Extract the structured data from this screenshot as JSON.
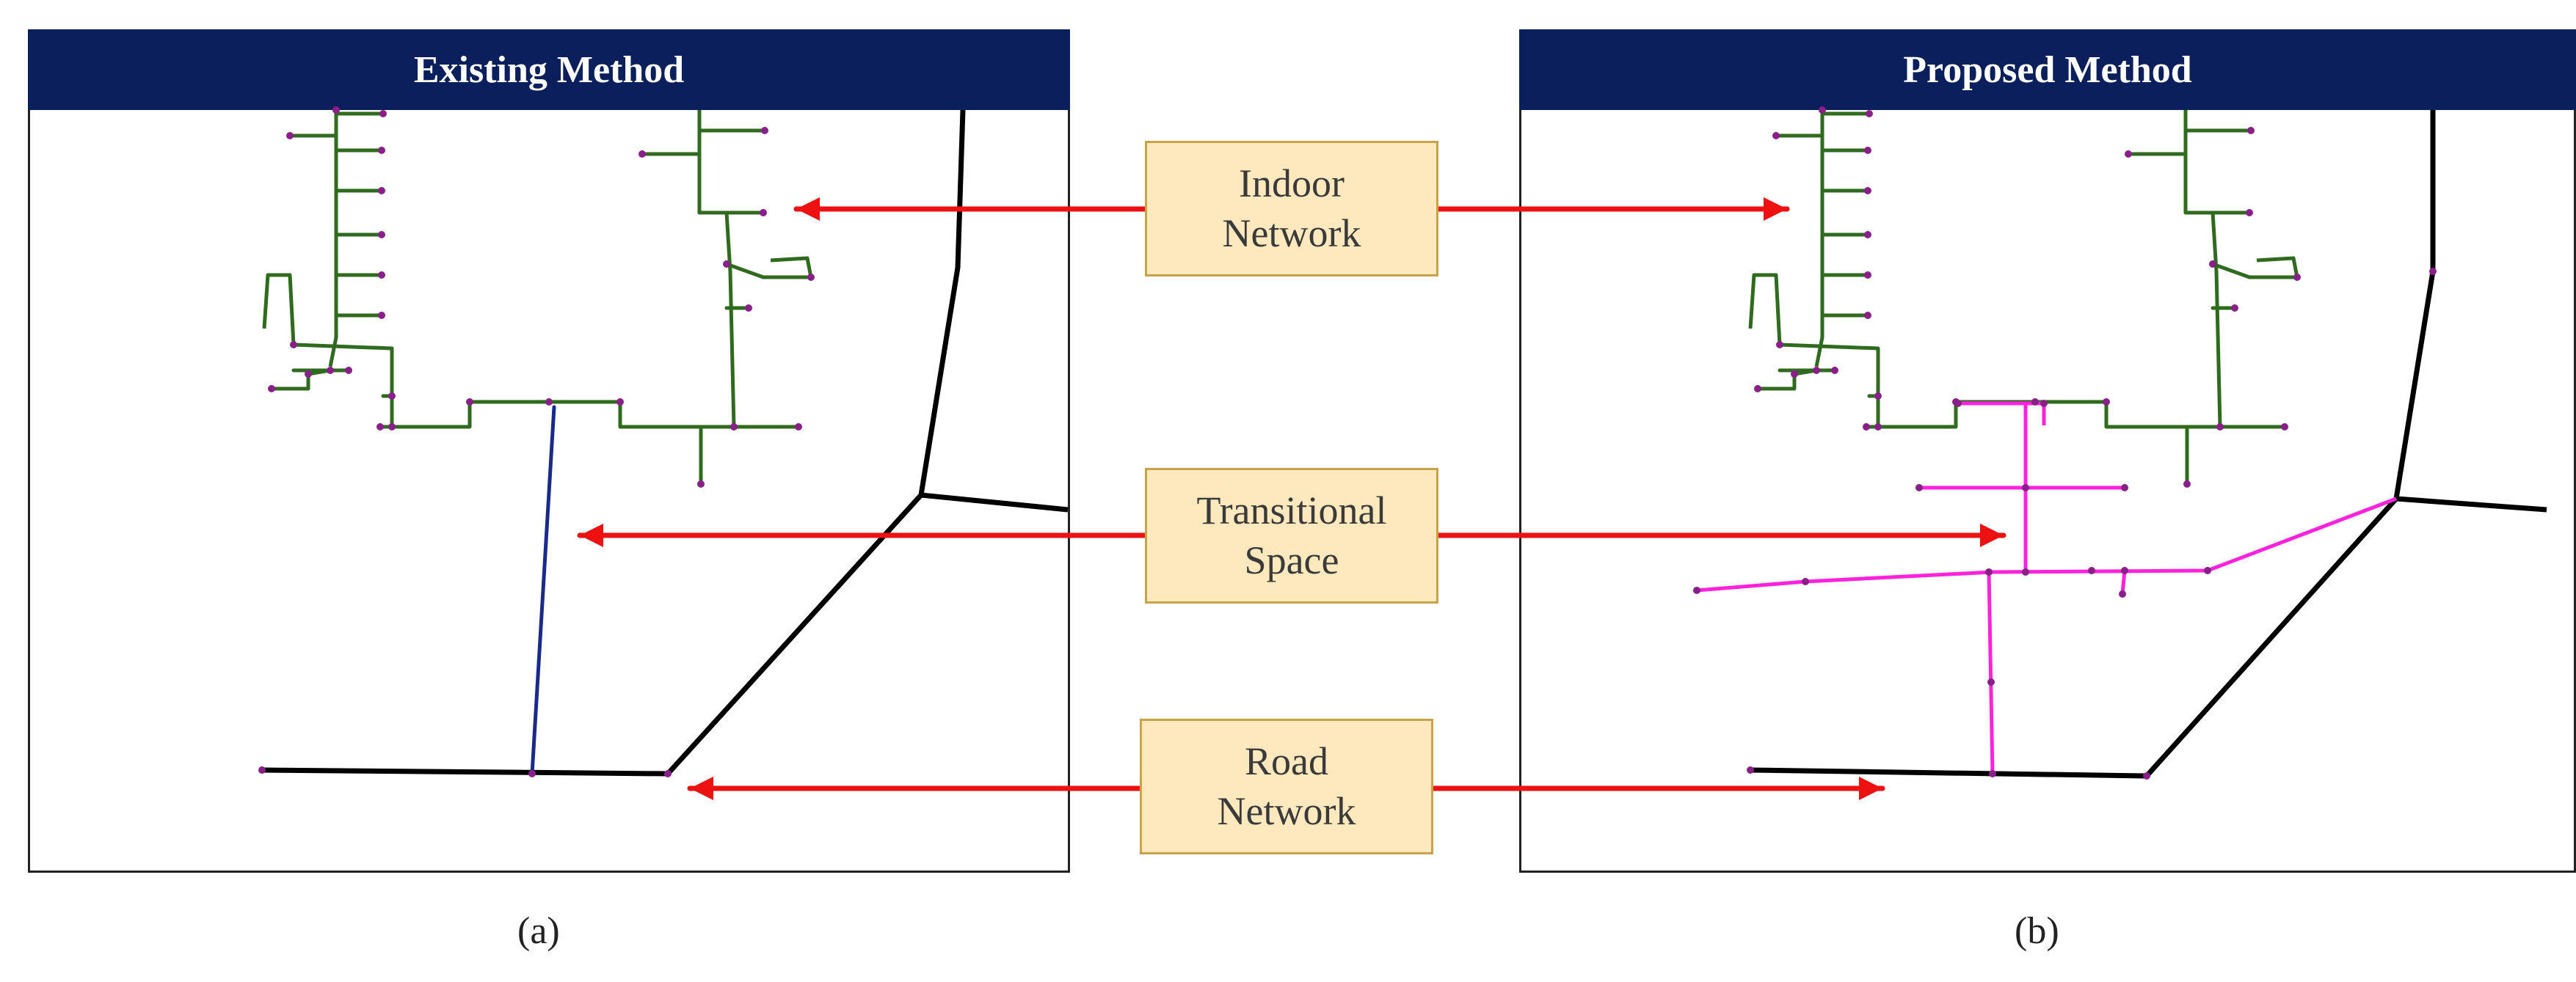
{
  "panels": {
    "a": {
      "title": "Existing Method",
      "caption": "(a)"
    },
    "b": {
      "title": "Proposed Method",
      "caption": "(b)"
    }
  },
  "labels": {
    "indoor": {
      "line1": "Indoor",
      "line2": "Network"
    },
    "transitional": {
      "line1": "Transitional",
      "line2": "Space"
    },
    "road": {
      "line1": "Road",
      "line2": "Network"
    }
  },
  "colors": {
    "header_bg": "#0b1f5c",
    "indoor_network": "#2e6b1e",
    "node": "#8a1f8a",
    "road_network": "#000000",
    "transitional_link_existing": "#1a2a8a",
    "transitional_network_proposed": "#ff22dd",
    "arrow": "#ee1111",
    "label_box_bg": "#fde9bd"
  }
}
